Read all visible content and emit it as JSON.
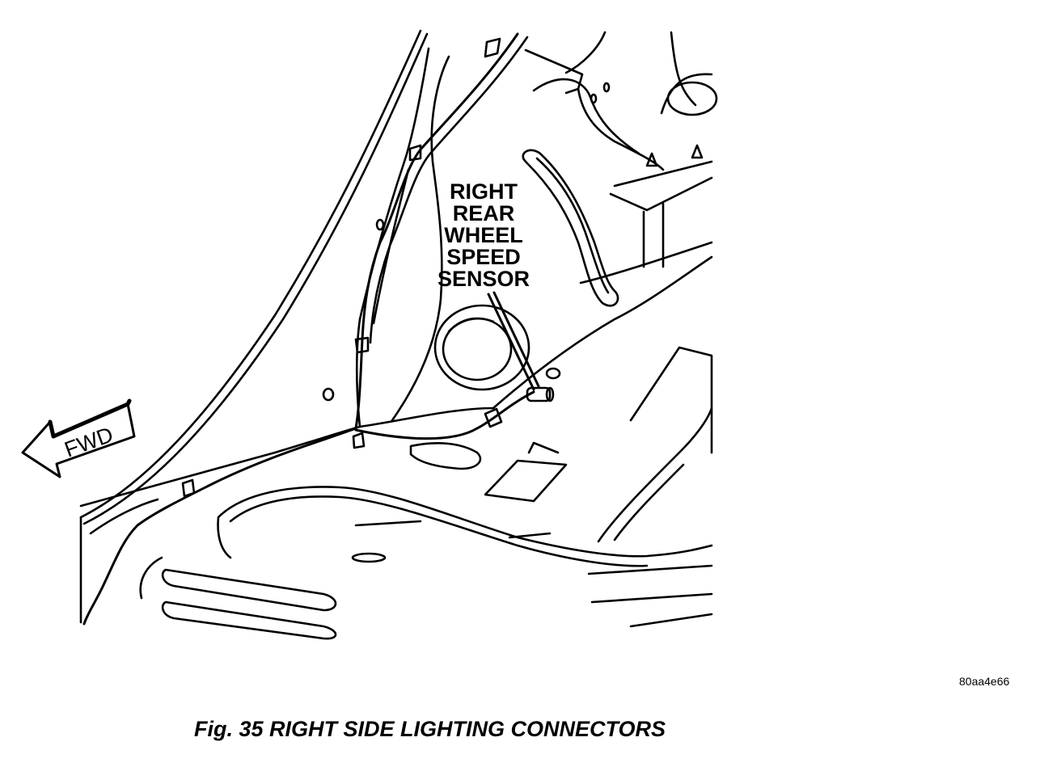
{
  "figure": {
    "caption": "Fig. 35 RIGHT SIDE LIGHTING CONNECTORS",
    "image_code": "80aa4e66"
  },
  "callout": {
    "lines": [
      "RIGHT",
      "REAR",
      "WHEEL",
      "SPEED",
      "SENSOR"
    ]
  },
  "direction_arrow": {
    "label": "FWD"
  },
  "colors": {
    "line": "#000000",
    "background": "#ffffff"
  }
}
